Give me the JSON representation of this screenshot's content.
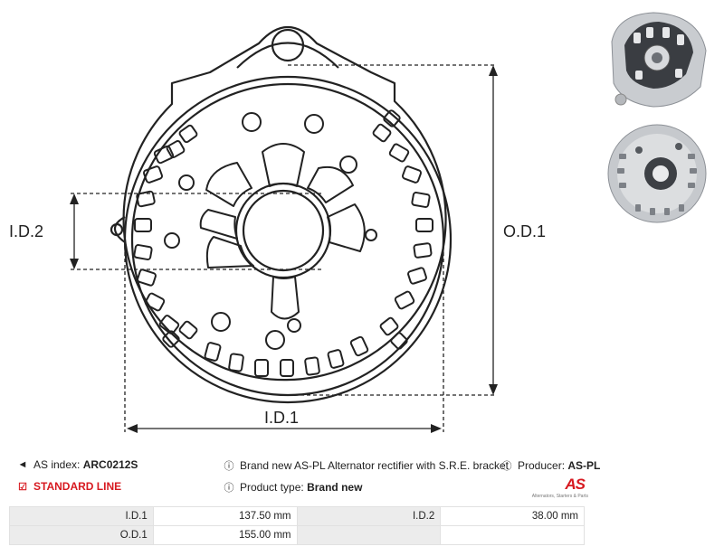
{
  "drawing": {
    "labels": {
      "id1": "I.D.1",
      "id2": "I.D.2",
      "od1": "O.D.1"
    }
  },
  "photos": [
    {
      "name": "rectifier-top-view-photo"
    },
    {
      "name": "rectifier-bracket-view-photo"
    }
  ],
  "info": {
    "as_index_label": "AS index:",
    "as_index_value": "ARC0212S",
    "line_label": "STANDARD LINE",
    "description": "Brand new AS-PL Alternator rectifier with S.R.E. bracket",
    "product_type_label": "Product type:",
    "product_type_value": "Brand new",
    "producer_label": "Producer:",
    "producer_value": "AS-PL"
  },
  "logo": {
    "mark": "AS",
    "tagline": "Alternators, Starters & Parts"
  },
  "specs": {
    "rows": [
      [
        {
          "label": "I.D.1",
          "value": "137.50 mm"
        },
        {
          "label": "I.D.2",
          "value": "38.00 mm"
        }
      ],
      [
        {
          "label": "O.D.1",
          "value": "155.00 mm"
        },
        {
          "label": "",
          "value": ""
        }
      ]
    ]
  },
  "colors": {
    "accent_red": "#d71920",
    "label_bg": "#ececec",
    "line": "#222222"
  },
  "icons": {
    "tag": "tag-icon",
    "check": "checkbox-icon",
    "info": "info-icon"
  }
}
